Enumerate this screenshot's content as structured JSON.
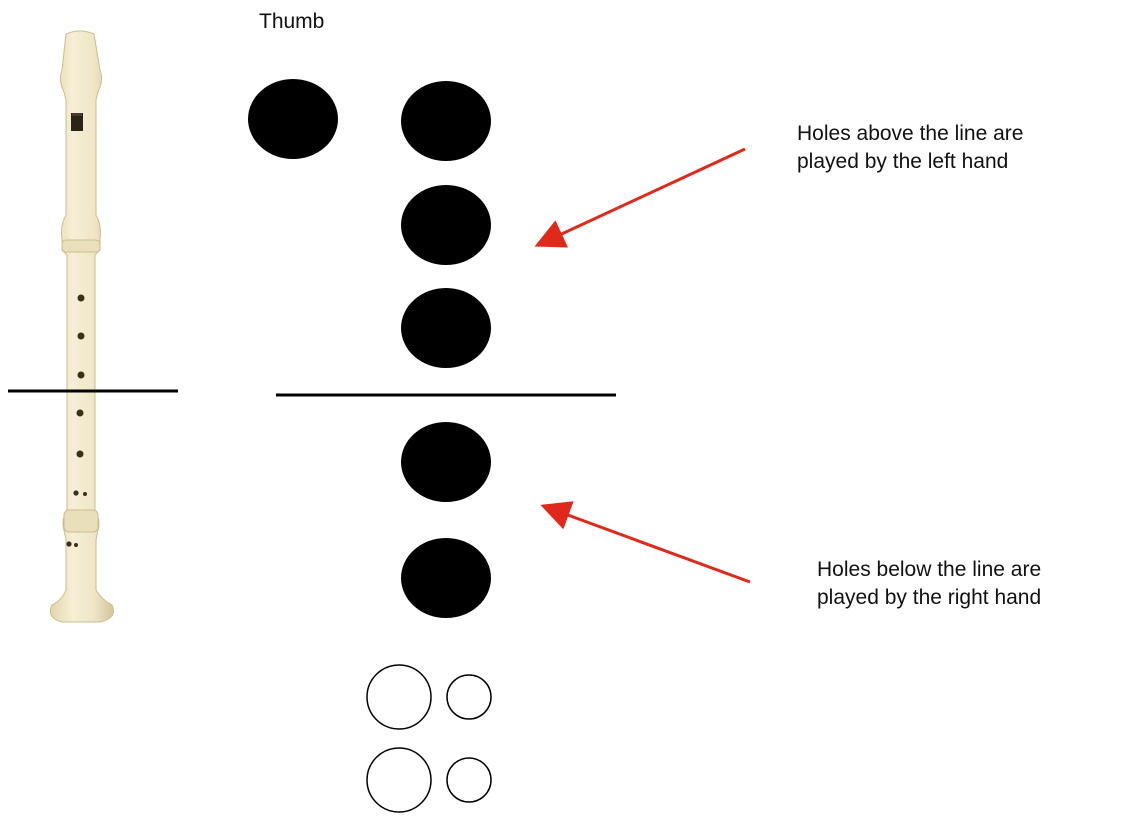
{
  "labels": {
    "thumb": "Thumb",
    "left_hand_line1": "Holes above the line are",
    "left_hand_line2": "played by the left hand",
    "right_hand_line1": "Holes below the line are",
    "right_hand_line2": "played by the right hand"
  },
  "fingering": {
    "thumb_hole": "closed",
    "left_hand_holes": [
      "closed",
      "closed",
      "closed"
    ],
    "right_hand_holes": [
      "closed",
      "closed"
    ],
    "double_holes": [
      [
        "open",
        "open"
      ],
      [
        "open",
        "open"
      ]
    ]
  },
  "colors": {
    "hole_closed": "#000000",
    "hole_open_stroke": "#000000",
    "divider": "#000000",
    "arrow": "#e0281b",
    "recorder_body": "#efe6c7",
    "recorder_shadow": "#d6c99f",
    "recorder_hole": "#3a2e1c"
  },
  "icons": {
    "instrument": "recorder-icon",
    "arrows": "arrow-icon"
  }
}
